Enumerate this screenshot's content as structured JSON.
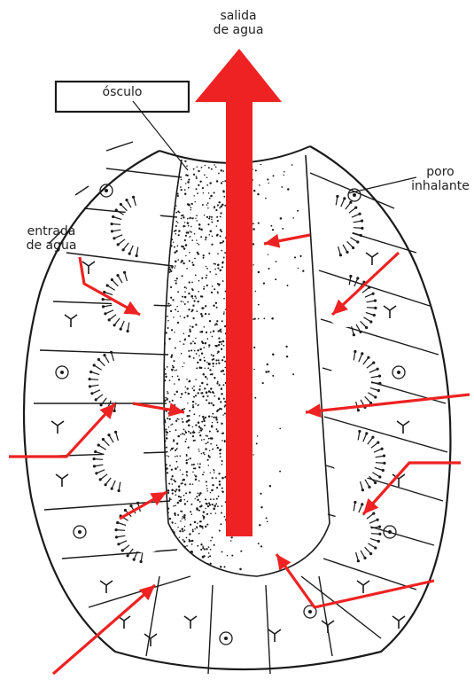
{
  "labels": {
    "outflow_line1": "salida",
    "outflow_line2": "de agua",
    "osculum": "ósculo",
    "pore_line1": "poro",
    "pore_line2": "inhalante",
    "inflow_line1": "entrada",
    "inflow_line2": "de agua"
  },
  "colors": {
    "arrow": "#ee2222",
    "ink": "#1a1a1a",
    "background": "#ffffff"
  }
}
